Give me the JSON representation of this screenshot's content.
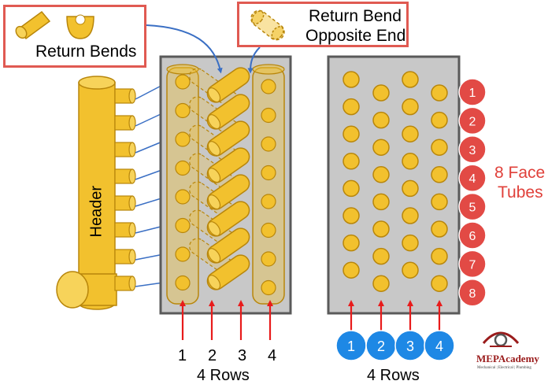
{
  "callouts": {
    "return_bends": "Return Bends",
    "return_bend_opposite_line1": "Return Bend",
    "return_bend_opposite_line2": "Opposite End"
  },
  "header_label": "Header",
  "left_panel": {
    "row_numbers": [
      "1",
      "2",
      "3",
      "4"
    ],
    "rows_label": "4 Rows"
  },
  "right_panel": {
    "row_badges": [
      "1",
      "2",
      "3",
      "4"
    ],
    "rows_label": "4 Rows",
    "face_tube_numbers": [
      "1",
      "2",
      "3",
      "4",
      "5",
      "6",
      "7",
      "8"
    ],
    "face_tubes_line1": "8 Face",
    "face_tubes_line2": "Tubes"
  },
  "logo": {
    "name": "MEPAcademy",
    "tagline": "Mechanical | Electrical | Plumbing"
  },
  "colors": {
    "tube_yellow": "#f2c12e",
    "tube_outline": "#b8860b",
    "panel_gray": "#c8c8c8",
    "panel_border": "#5a5a5a",
    "accent_red": "#e0403a",
    "badge_red": "#e24a45",
    "badge_blue": "#1e88e5",
    "arrow_red": "#e81b1b",
    "arrow_blue": "#3a6fc4"
  },
  "icons": [
    "return-bend-elbow-icon",
    "return-bend-u-icon",
    "mep-academy-logo-icon"
  ]
}
